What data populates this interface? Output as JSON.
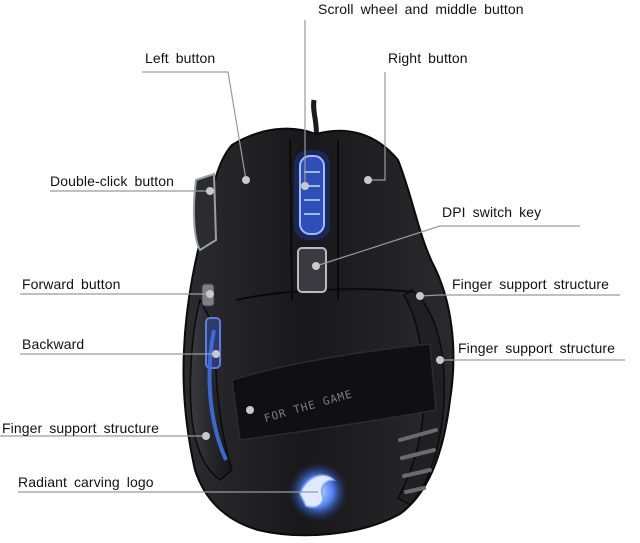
{
  "diagram": {
    "labels": {
      "scroll_wheel": "Scroll wheel and middle button",
      "left_button": "Left button",
      "right_button": "Right button",
      "double_click": "Double-click button",
      "dpi_switch": "DPI switch key",
      "forward": "Forward button",
      "finger_support_right_upper": "Finger support structure",
      "backward": "Backward",
      "finger_support_right_lower": "Finger support structure",
      "finger_support_left": "Finger support structure",
      "logo": "Radiant carving logo"
    },
    "body_text": "FOR THE GAME",
    "colors": {
      "background": "#ffffff",
      "mouse_body": "#1a1a1c",
      "glow": "#3f6fe6",
      "leader_line": "#9a9a9a",
      "marker_dot": "#c9c9c9"
    }
  }
}
